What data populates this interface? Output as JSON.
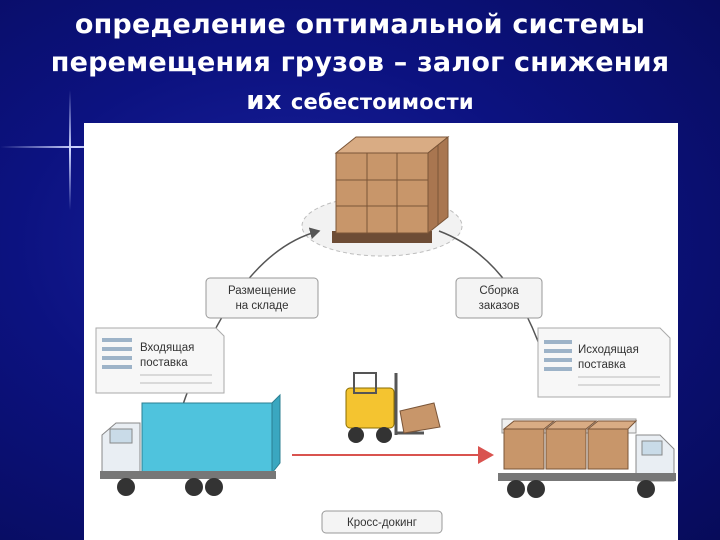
{
  "slide": {
    "title_line1": "определение оптимальной системы",
    "title_line2": "перемещения грузов – залог снижения",
    "title_line3_big": "их",
    "title_line3_small": "себестоимости"
  },
  "diagram": {
    "node_storage_line1": "Размещение",
    "node_storage_line2": "на складе",
    "node_picking_line1": "Сборка",
    "node_picking_line2": "заказов",
    "node_inbound_line1": "Входящая",
    "node_inbound_line2": "поставка",
    "node_outbound_line1": "Исходящая",
    "node_outbound_line2": "поставка",
    "node_crossdock": "Кросс-докинг",
    "colors": {
      "background": "#0b0f74",
      "truck_cargo": "#4fc3dd",
      "arrow_red": "#d9534f",
      "box": "#c8966a"
    }
  }
}
